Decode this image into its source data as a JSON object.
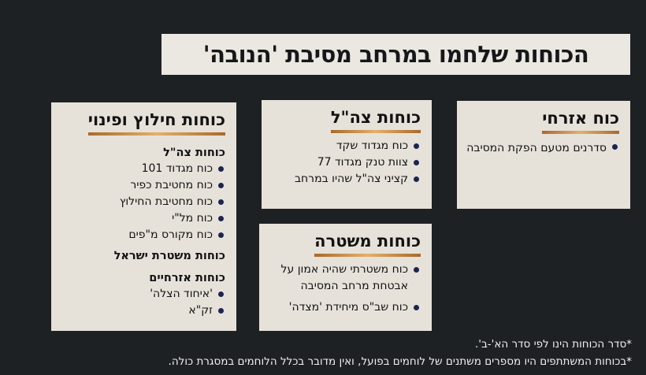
{
  "title": "הכוחות שלחמו במרחב מסיבת 'הנובה'",
  "cards": {
    "civilian": {
      "heading": "כוח אזרחי",
      "items": [
        "סדרנים מטעם הפקת המסיבה"
      ]
    },
    "idf": {
      "heading": "כוחות צה\"ל",
      "items": [
        "כוח מגדוד שקד",
        "צוות טנק מגדוד 77",
        "קציני צה\"ל שהיו במרחב"
      ]
    },
    "police": {
      "heading": "כוחות משטרה",
      "items": [
        "כוח משטרתי שהיה אמון על אבטחת מרחב המסיבה",
        "כוח שב\"ס מיחידת 'מצדה'"
      ]
    },
    "rescue": {
      "heading": "כוחות חילוץ ופינוי",
      "idf_sub": "כוחות צה\"ל",
      "idf_items": [
        "כוח מגדוד 101",
        "כוח מחטיבת כפיר",
        "כוח מחטיבת החילוץ",
        "כוח מל\"י",
        "כוח מקורס מ\"פים"
      ],
      "police_sub": "כוחות משטרת ישראל",
      "civil_sub": "כוחות אזרחיים",
      "civil_items": [
        "'איחוד הצלה'",
        "זק\"א"
      ]
    }
  },
  "notes": [
    "*סדר הכוחות הינו לפי סדר הא'-ב'.",
    "*בכוחות המשתתפים היו מספרים משתנים של לוחמים בפועל, ואין מדובר בכלל הלוחמים במסגרת כולה."
  ],
  "colors": {
    "background": "#1e2124",
    "card": "#e6e2da",
    "bullet": "#1b2550",
    "underline": "#c98f4a"
  }
}
